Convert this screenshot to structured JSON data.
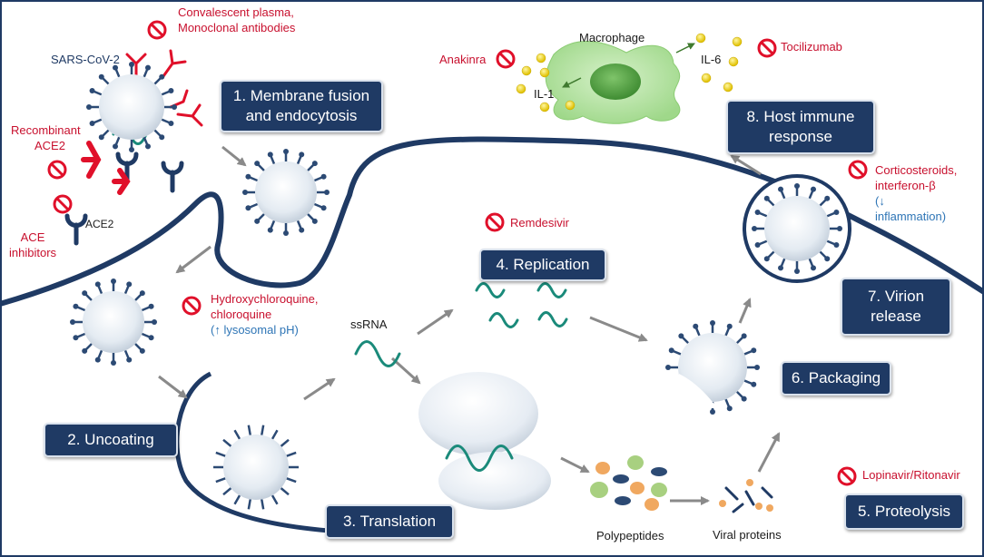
{
  "virus_label": "SARS-CoV-2",
  "receptor_label": "ACE2",
  "macrophage_label": "Macrophage",
  "il1_label": "IL-1",
  "il6_label": "IL-6",
  "ssrna_label": "ssRNA",
  "polypeptides_label": "Polypeptides",
  "viral_proteins_label": "Viral proteins",
  "steps": {
    "s1": "1. Membrane fusion and endocytosis",
    "s2": "2. Uncoating",
    "s3": "3. Translation",
    "s4": "4. Replication",
    "s5": "5. Proteolysis",
    "s6": "6. Packaging",
    "s7": "7. Virion release",
    "s8": "8. Host immune response"
  },
  "drugs": {
    "plasma": "Convalescent plasma,",
    "mab": "Monoclonal antibodies",
    "recombinant": "Recombinant",
    "ace2": "ACE2",
    "ace": "ACE",
    "inhibitors": "inhibitors",
    "hcq": "Hydroxychloroquine,",
    "cq": "chloroquine",
    "hcq_effect": "(↑ lysosomal pH)",
    "remdesivir": "Remdesivir",
    "anakinra": "Anakinra",
    "tocilizumab": "Tocilizumab",
    "cortico": "Corticosteroids,",
    "ifn": "interferon-β",
    "cortico_effect1": "(↓",
    "cortico_effect2": "inflammation)",
    "lopinavir": "Lopinavir/Ritonavir"
  },
  "colors": {
    "navy": "#1f3a64",
    "drug_red": "#c8102e",
    "effect_blue": "#2e75b6",
    "rna_green": "#1a8a7a",
    "macrophage_green": "#9fd88a"
  }
}
